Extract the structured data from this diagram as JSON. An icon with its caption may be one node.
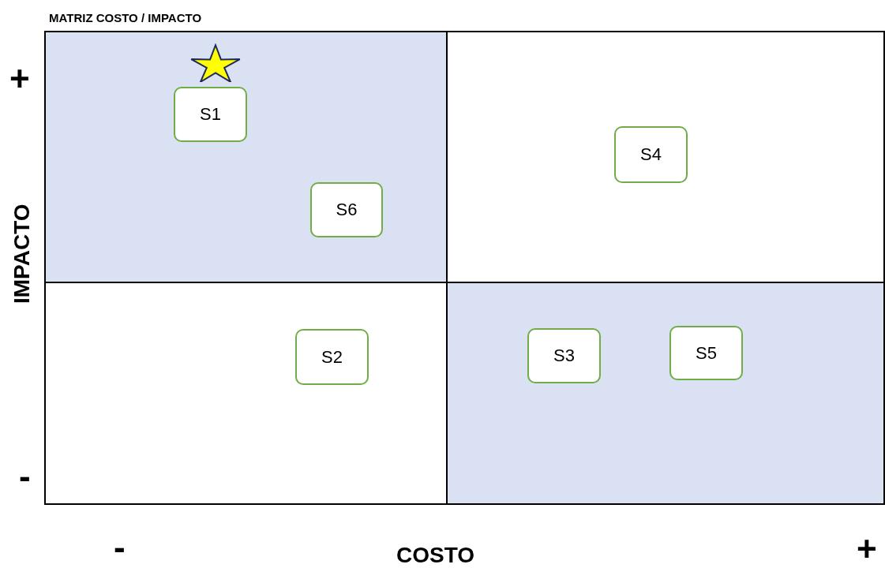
{
  "diagram": {
    "title": "MATRIZ COSTO / IMPACTO",
    "nodes": [
      {
        "text": [],
        "shape": "box"
      },
      {
        "text": [
          "S1"
        ],
        "in": 0
      },
      {
        "text": [
          "S6"
        ],
        "in": 0
      },
      {
        "text": [],
        "shape": "box"
      },
      {
        "text": [
          "S4"
        ],
        "in": 3
      },
      {
        "text": [],
        "shape": "box"
      },
      {
        "text": [
          "S2"
        ],
        "in": 5
      },
      {
        "text": [],
        "shape": "box"
      },
      {
        "text": [
          "S3"
        ],
        "in": 7
      },
      {
        "text": [
          "S5"
        ],
        "in": 7
      }
    ],
    "labels": [
      "+",
      "IMPACTO",
      "-",
      "-",
      "COSTO",
      "+"
    ]
  }
}
